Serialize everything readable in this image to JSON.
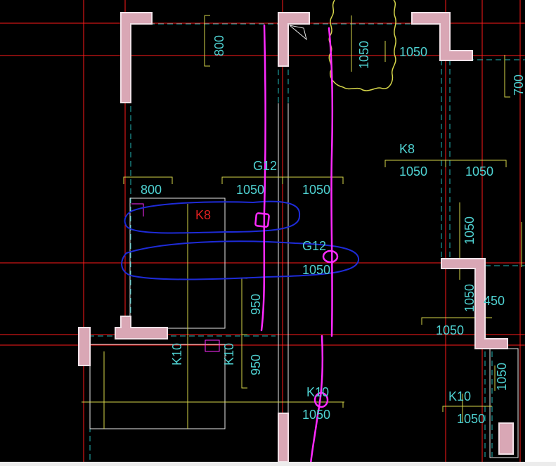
{
  "colors": {
    "background": "#000000",
    "axis_line": "#ff1a1a",
    "wall": "#d9a7b5",
    "dimension": "#d6d64a",
    "text": "#4fd2d2",
    "markup_magenta": "#ff2aff",
    "markup_blue": "#1e2bd8"
  },
  "labels": {
    "dim_800_top": "800",
    "dim_1050_top_vertical": "1050",
    "dim_1050_top_right": "1050",
    "dim_700_right": "700",
    "k8_top": "K8",
    "k8_top_dim_left": "1050",
    "k8_top_dim_right": "1050",
    "g12_top": "G12",
    "dim_800_mid": "800",
    "g12_top_dim_left": "1050",
    "g12_top_dim_right": "1050",
    "k8_mid": "K8",
    "g12_mid": "G12",
    "g12_mid_dim": "1050",
    "dim_1050_right_vertical_upper": "1050",
    "dim_1050_right_vertical_lower": "1050",
    "dim_450_right": "450",
    "dim_1050_right_horizontal": "1050",
    "dim_950_upper": "950",
    "dim_950_lower": "950",
    "k10_left": "K10",
    "k10_center": "K10",
    "k10_bottom": "K10",
    "k10_bottom_dim": "1050",
    "k10_right": "K10",
    "k10_right_dim": "1050",
    "dim_1050_right_bottom_vertical": "1050"
  }
}
